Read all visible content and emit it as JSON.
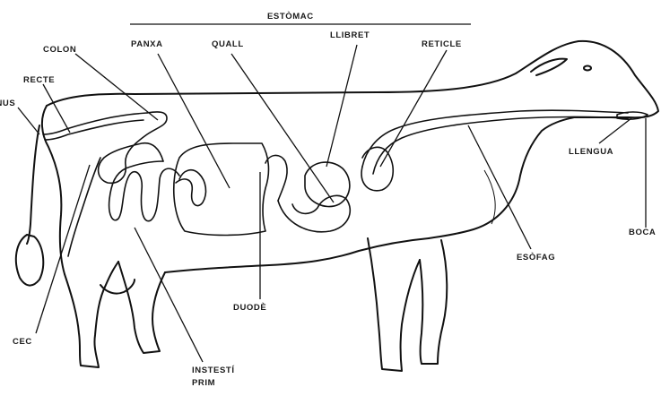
{
  "diagram": {
    "labels": {
      "estomac": "ESTÒMAC",
      "panxa": "PANXA",
      "quall": "QUALL",
      "llibret": "LLIBRET",
      "reticle": "RETICLE",
      "colon": "COLON",
      "recte": "RECTE",
      "anus": "ANUS",
      "llengua": "LLENGUA",
      "boca": "BOCA",
      "esofag": "ESÒFAG",
      "duode": "DUODÈ",
      "cec": "CEC",
      "intesti_line1": "INSTESTÍ",
      "intesti_line2": "PRIM"
    },
    "colors": {
      "line": "#111111",
      "background": "#ffffff"
    }
  }
}
